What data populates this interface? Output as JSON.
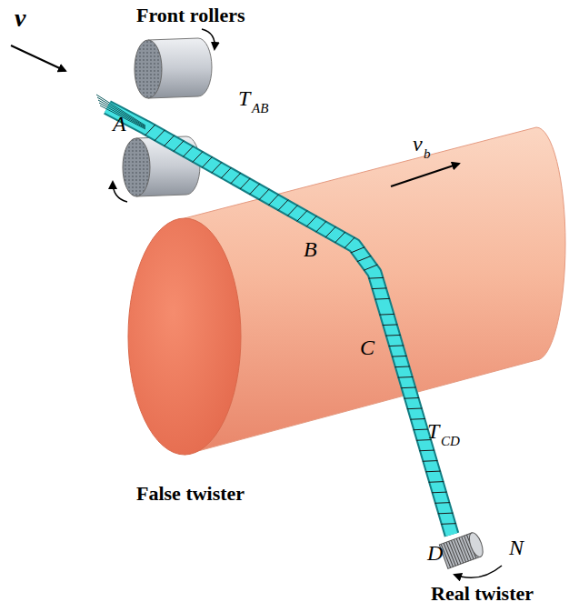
{
  "diagram": {
    "labels": [
      "Front rollers",
      "v",
      "A",
      "T",
      "AB",
      "v",
      "b",
      "B",
      "C",
      "T",
      "CD",
      "False twister",
      "D",
      "N",
      "Real twister"
    ]
  }
}
